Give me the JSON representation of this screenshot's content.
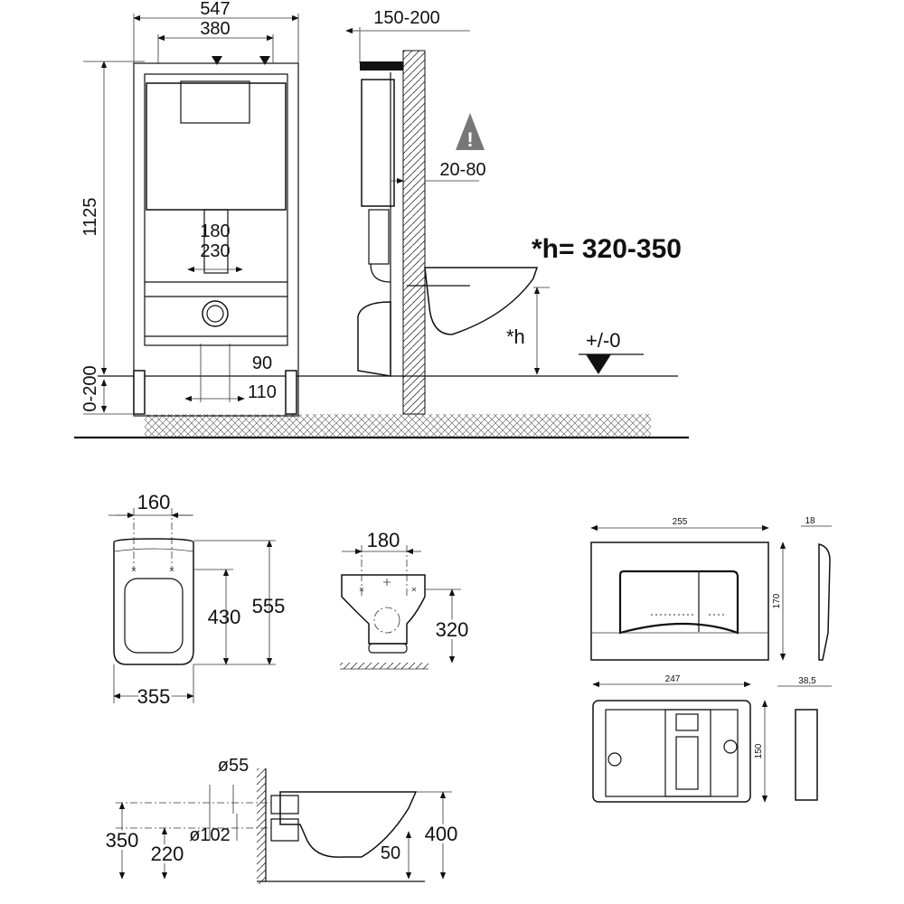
{
  "frame_front": {
    "width_total": "547",
    "width_inner": "380",
    "height": "1125",
    "leg_adjust": "0-200",
    "drain_top": "180",
    "drain_bottom": "230",
    "pipe_90": "90",
    "pipe_110": "110"
  },
  "frame_side": {
    "depth": "150-200",
    "wall_gap": "20-80",
    "seat_height": "*h= 320-350",
    "h_marker": "*h",
    "floor_level": "+/-0"
  },
  "bowl_top": {
    "bolt_spacing": "160",
    "bolt_to_front": "430",
    "length": "555",
    "width": "355"
  },
  "bowl_back": {
    "bolt_spacing": "180",
    "height": "320"
  },
  "bowl_side": {
    "inlet_diameter": "ø55",
    "outlet_diameter": "ø102",
    "inlet_height": "350",
    "outlet_height": "220",
    "total_height": "400",
    "gap": "50"
  },
  "flush_plate": {
    "width": "255",
    "height": "170",
    "depth": "18"
  },
  "plate_frame": {
    "width": "247",
    "height": "150",
    "depth": "38,5"
  }
}
